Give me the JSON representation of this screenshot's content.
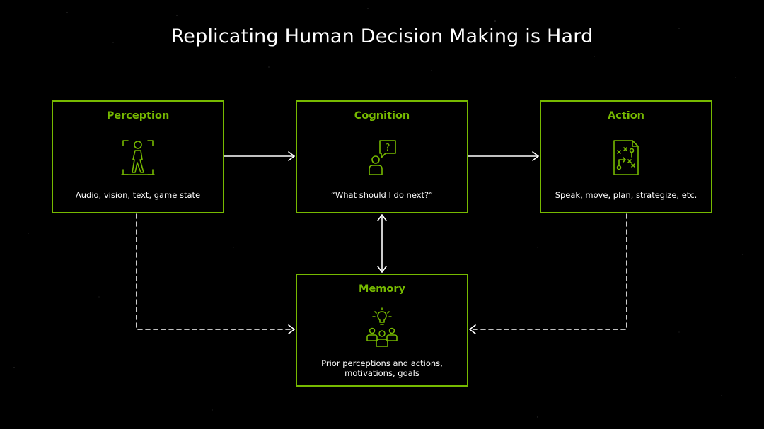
{
  "title": "Replicating Human Decision Making is Hard",
  "colors": {
    "accent": "#76b900",
    "background": "#000000",
    "text": "#ffffff",
    "connector": "#ffffff"
  },
  "nodes": {
    "perception": {
      "title": "Perception",
      "icon": "person-in-frame-icon",
      "description": "Audio, vision, text, game state"
    },
    "cognition": {
      "title": "Cognition",
      "icon": "person-question-bubble-icon",
      "description": "“What should I do next?”"
    },
    "action": {
      "title": "Action",
      "icon": "game-plan-document-icon",
      "description": "Speak, move, plan, strategize, etc."
    },
    "memory": {
      "title": "Memory",
      "icon": "group-idea-lightbulb-icon",
      "description_line1": "Prior perceptions and actions,",
      "description_line2": "motivations, goals"
    }
  },
  "edges": [
    {
      "from": "perception",
      "to": "cognition",
      "style": "solid"
    },
    {
      "from": "cognition",
      "to": "action",
      "style": "solid"
    },
    {
      "from": "cognition",
      "to": "memory",
      "style": "solid",
      "bidirectional": true
    },
    {
      "from": "perception",
      "to": "memory",
      "style": "dashed"
    },
    {
      "from": "action",
      "to": "memory",
      "style": "dashed"
    }
  ]
}
